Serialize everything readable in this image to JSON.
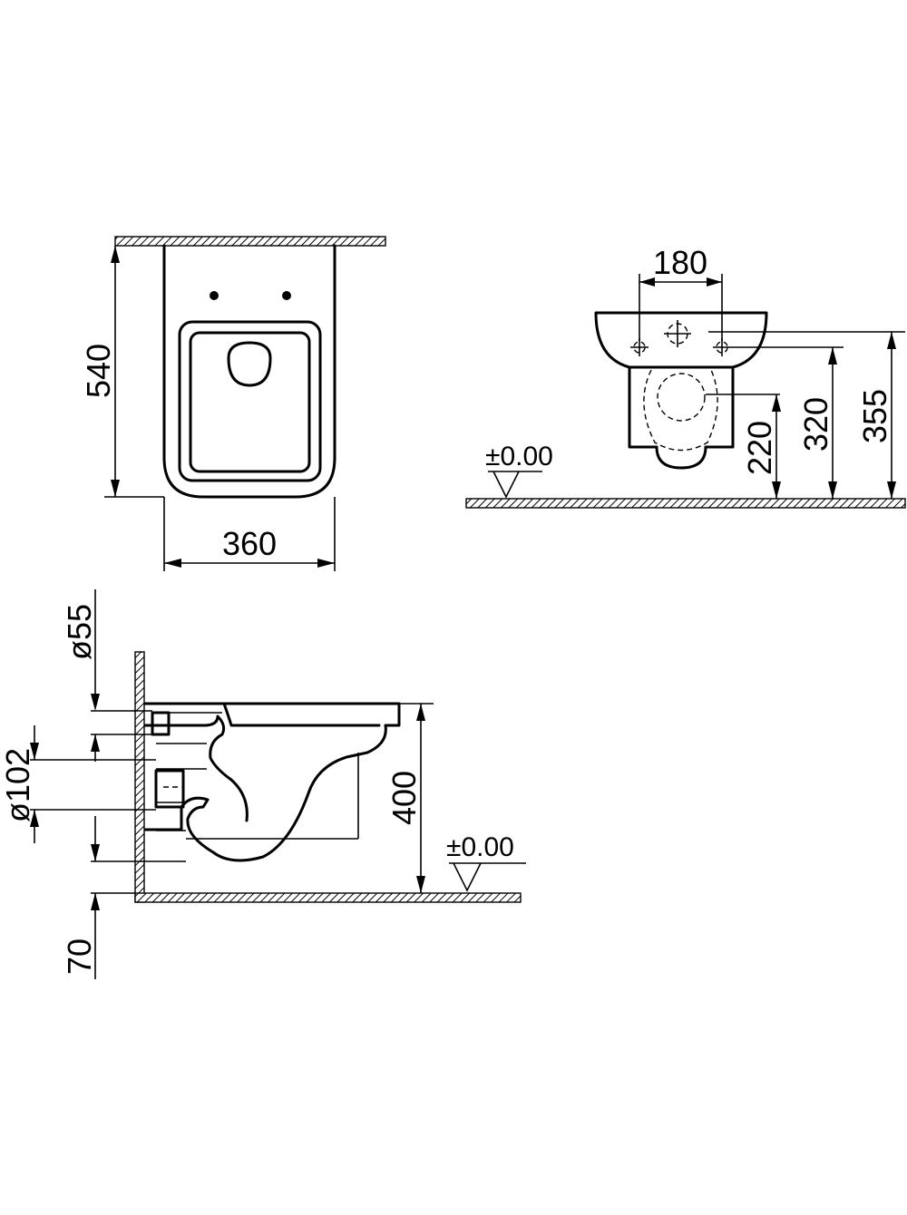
{
  "top_view": {
    "depth": "540",
    "width": "360"
  },
  "front_view": {
    "fixing_spacing": "180",
    "level": "±0.00",
    "height_outlet": "220",
    "height_fixing": "320",
    "height_top": "355"
  },
  "side_view": {
    "inlet_diameter": "ø55",
    "outlet_diameter": "ø102",
    "height": "400",
    "level": "±0.00",
    "outlet_offset": "70"
  }
}
